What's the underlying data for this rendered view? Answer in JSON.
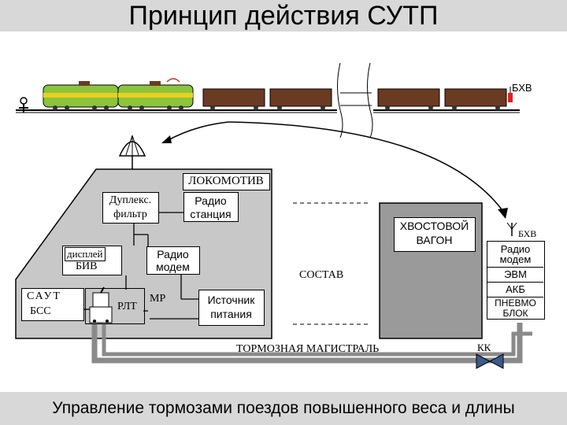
{
  "title": "Принцип действия СУТП",
  "footer": "Управление тормозами поездов повышенного веса и длины",
  "labels": {
    "bhv_top": "БХВ",
    "lokomotiv": "ЛОКОМОТИВ",
    "duplex_1": "Дуплекс.",
    "duplex_2": "фильтр",
    "radio_station_1": "Радио",
    "radio_station_2": "станция",
    "display": "дисплей",
    "biv": "БИВ",
    "radio_modem_loco_1": "Радио",
    "radio_modem_loco_2": "модем",
    "saut": "САУТ",
    "bss": "БСС",
    "rlt": "РЛТ",
    "mr": "МР",
    "power_1": "Источник",
    "power_2": "питания",
    "sostav": "СОСТАВ",
    "tail_car_1": "ХВОСТОВОЙ",
    "tail_car_2": "ВАГОН",
    "bhv_box": "БХВ",
    "tail_radio_1": "Радио",
    "tail_radio_2": "модем",
    "evm": "ЭВМ",
    "akb": "АКБ",
    "pnevmo_1": "ПНЕВМО",
    "pnevmo_2": "БЛОК",
    "brake_line": "ТОРМОЗНАЯ МАГИСТРАЛЬ",
    "kk": "КК"
  },
  "colors": {
    "locomotive_green": "#8cc43c",
    "locomotive_yellow": "#e8d020",
    "wagon_brown": "#6b3a22",
    "panel_gray": "#c8c8c8",
    "tail_gray": "#9a9a9a",
    "pipe_gray": "#8a8a8a",
    "bhv_red": "#e02020"
  }
}
